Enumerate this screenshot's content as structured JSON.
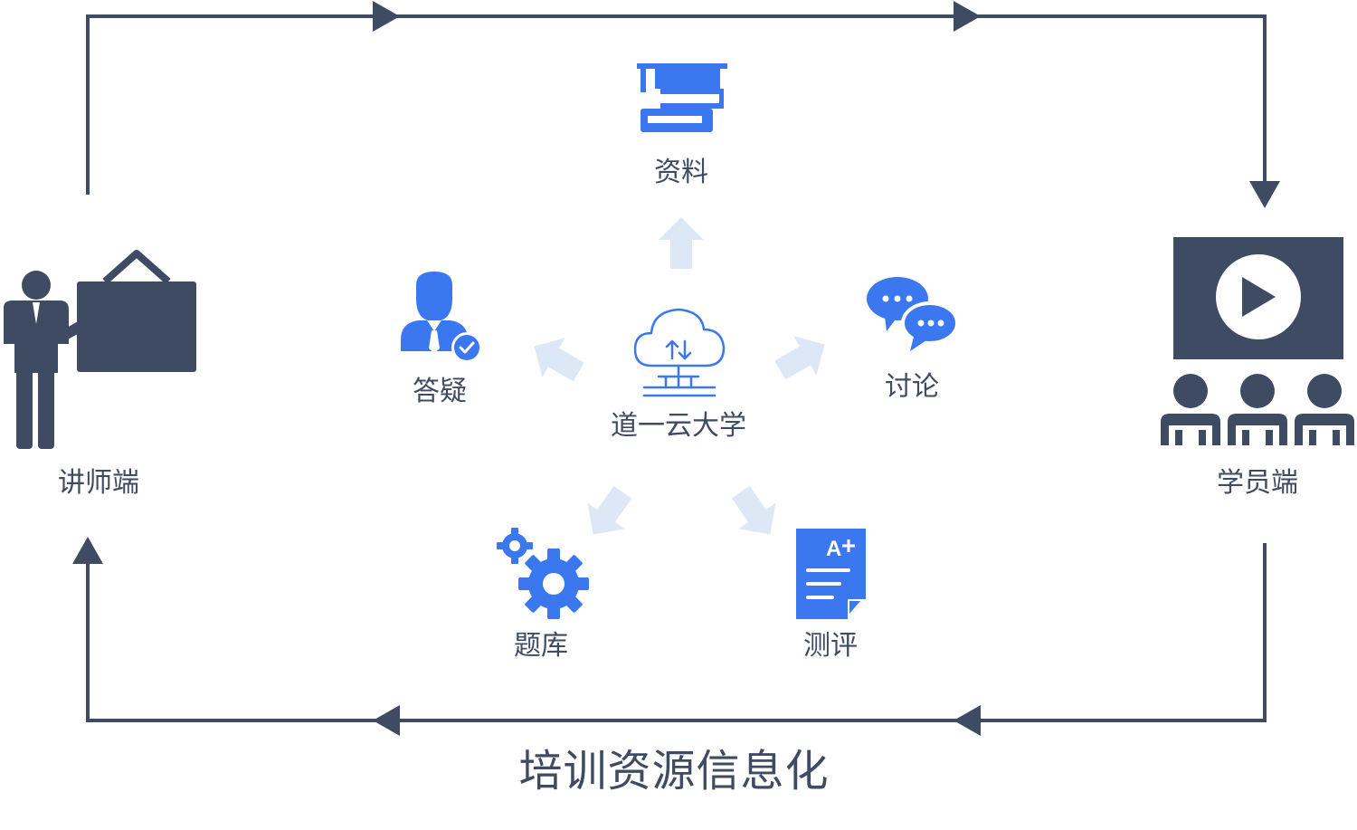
{
  "center": {
    "label": "道一云大学"
  },
  "modules": {
    "materials": "资料",
    "qa": "答疑",
    "discussion": "讨论",
    "question_bank": "题库",
    "assessment": "测评"
  },
  "ends": {
    "teacher": "讲师端",
    "student": "学员端"
  },
  "caption": "培训资源信息化",
  "colors": {
    "dark": "#3f4a63",
    "blue": "#3b78f0",
    "light_arrow": "#dde8f6"
  }
}
